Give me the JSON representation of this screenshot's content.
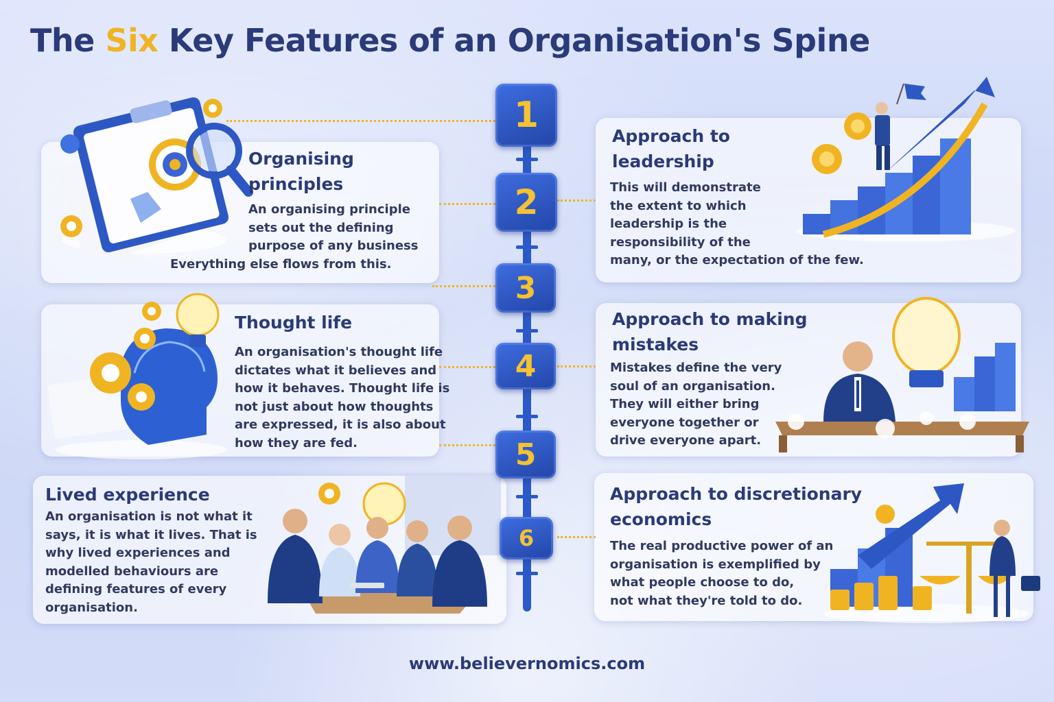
{
  "title": {
    "prefix": "The ",
    "accent": "Six",
    "suffix": " Key Features of an Organisation's Spine",
    "accent_color": "#f0b423"
  },
  "spine": {
    "numbers": [
      "1",
      "2",
      "3",
      "4",
      "5",
      "6"
    ],
    "color": "#2c59c8"
  },
  "features": [
    {
      "title_lines": [
        "Organising",
        "principles"
      ],
      "text_lines": [
        "An organising principle",
        "sets out the defining",
        "purpose of any business",
        "Everything  else flows from this."
      ]
    },
    {
      "title_lines": [
        "Approach to",
        "leadership"
      ],
      "text_lines": [
        "This will demonstrate",
        "the extent to which",
        "leadership  is the",
        "responsibility of the",
        "many, or the expectation of the few."
      ]
    },
    {
      "title_lines": [
        "Thought life"
      ],
      "text_lines": [
        "An organisation's thought life",
        "dictates what it believes and",
        "how it behaves. Thought life is",
        "not just about how thoughts",
        "are expressed, it is also about",
        "how they are fed."
      ]
    },
    {
      "title_lines": [
        "Approach to making",
        "mistakes"
      ],
      "text_lines": [
        "Mistakes define the very",
        "soul of an organisation.",
        "They will either bring",
        "everyone together or",
        "drive everyone apart."
      ]
    },
    {
      "title_lines": [
        "Lived experience"
      ],
      "text_lines": [
        "An organisation is not what it",
        "says, it is what it lives. That is",
        "why lived experiences and",
        "modelled behaviours are",
        "defining  features of every",
        "organisation."
      ]
    },
    {
      "title_lines": [
        "Approach to discretionary",
        "economics"
      ],
      "text_lines": [
        "The real productive power of an",
        "organisation is exemplified by",
        "what people choose to do,",
        "not what they're told to do."
      ]
    }
  ],
  "illustrations": [
    "clipboard-target-icon",
    "rising-bar-arrow-flag-icon",
    "head-gears-lightbulb-icon",
    "stressed-person-desk-icon",
    "team-meeting-icon",
    "scales-coins-arrow-icon"
  ],
  "footer": {
    "url": "www.believernomics.com"
  }
}
